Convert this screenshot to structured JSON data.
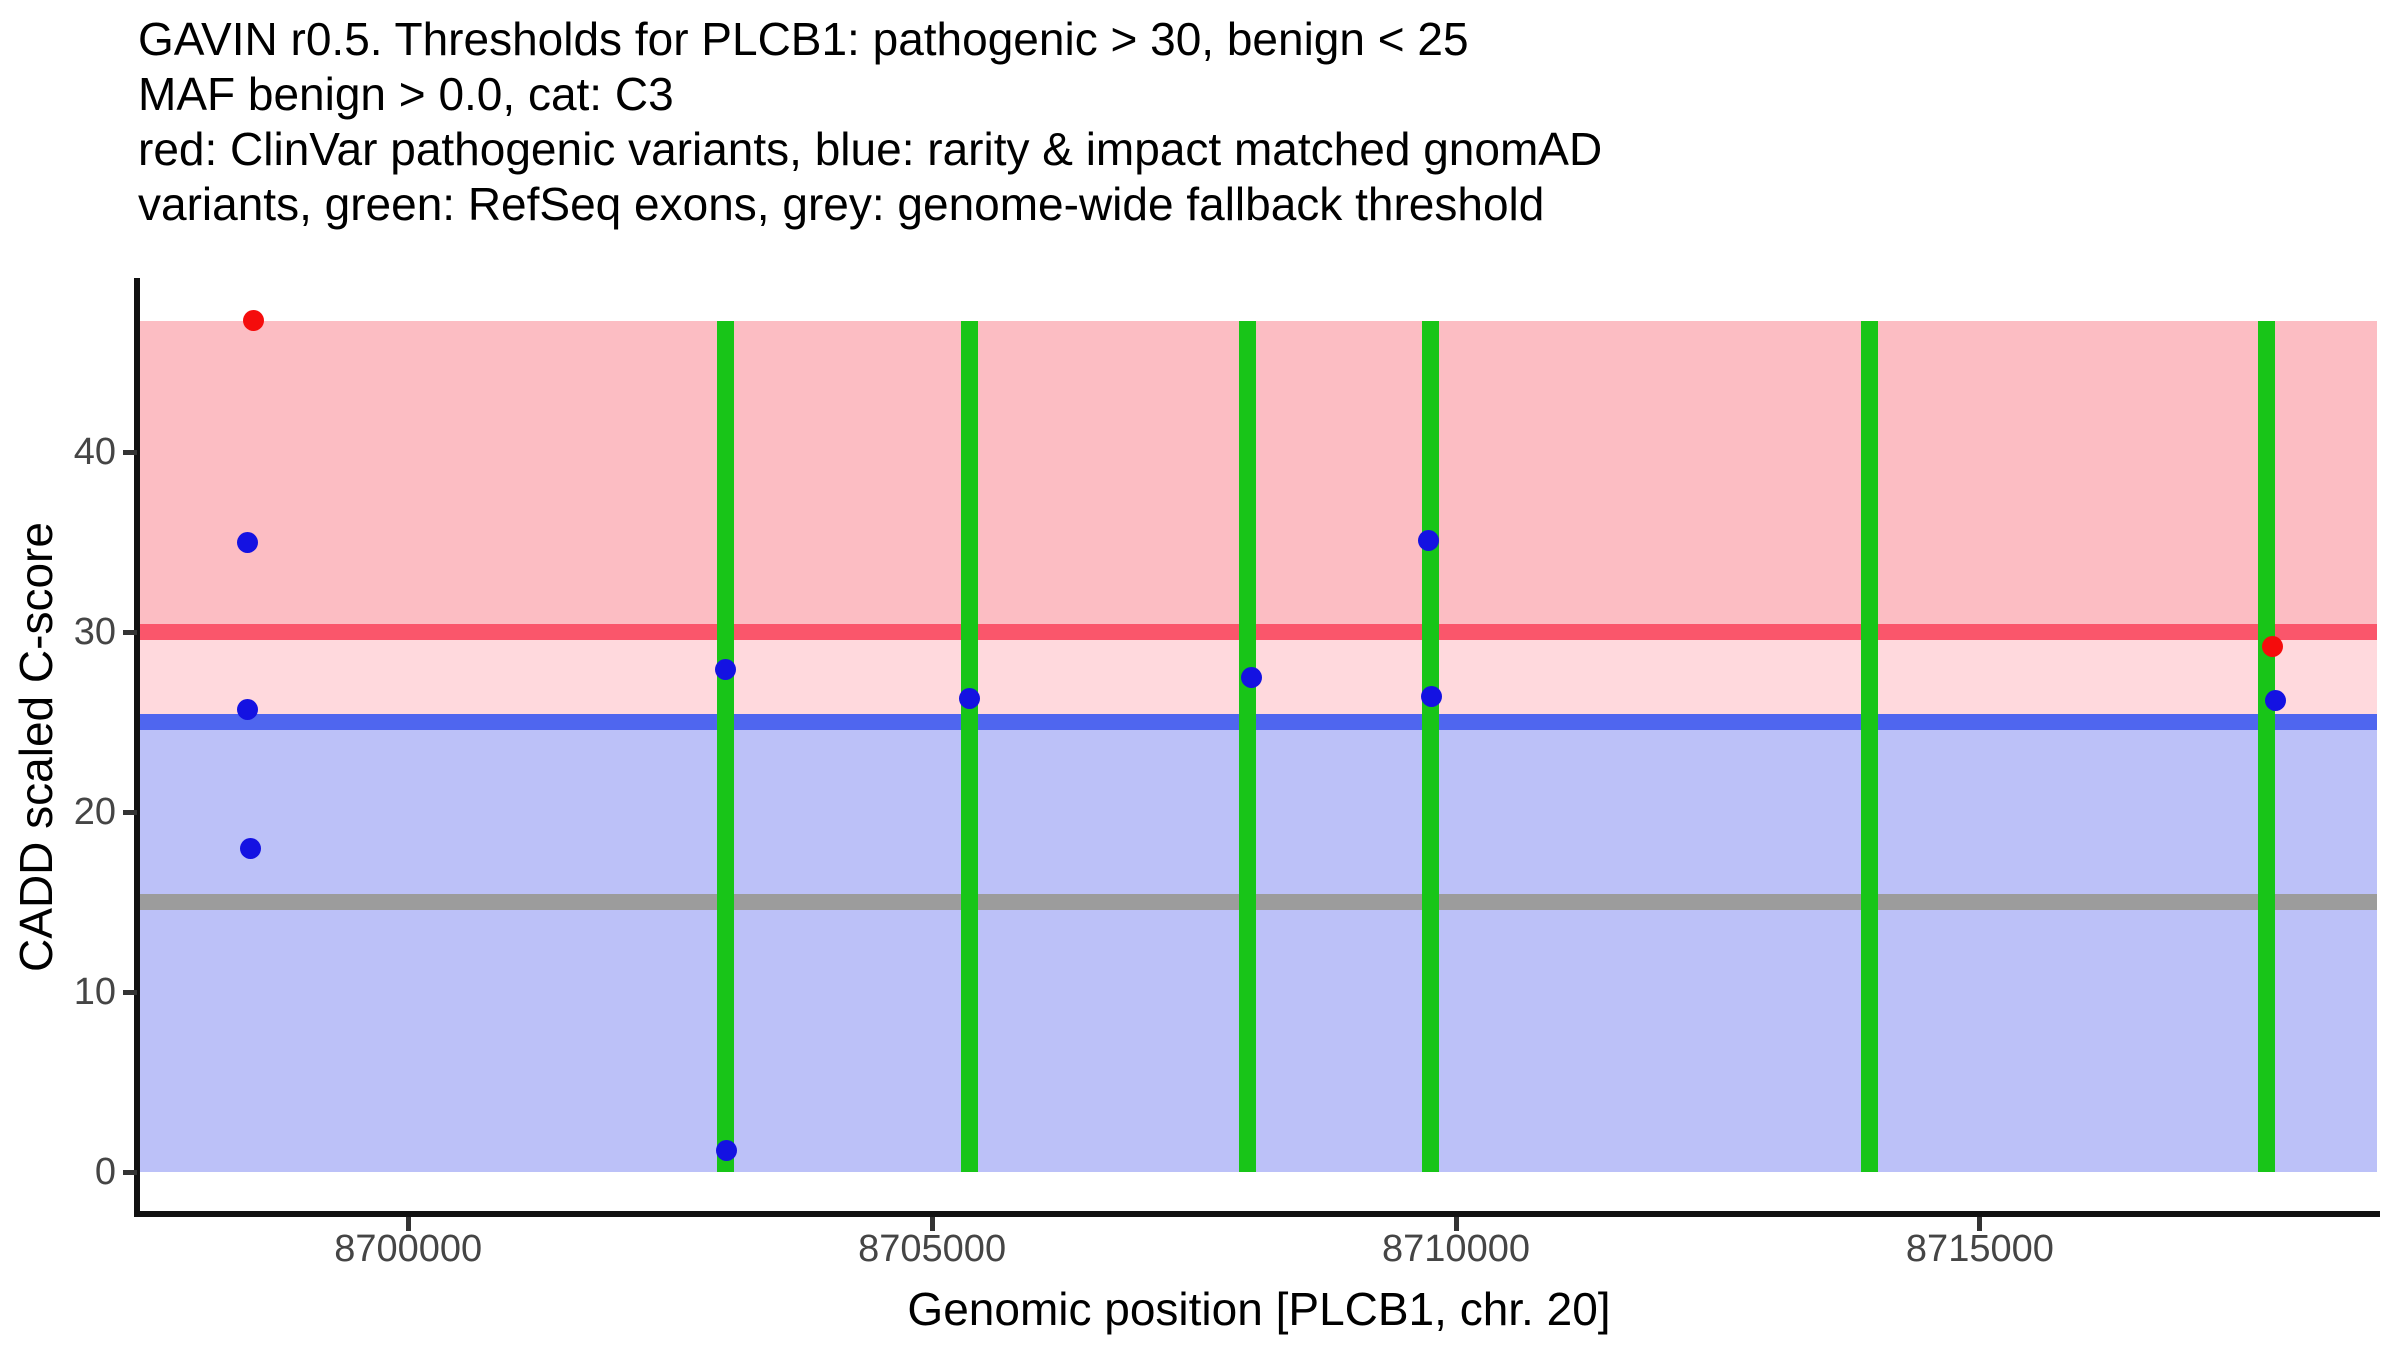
{
  "figure": {
    "title_lines": [
      "GAVIN r0.5. Thresholds for PLCB1: pathogenic > 30, benign < 25",
      "MAF benign > 0.0, cat: C3",
      "red: ClinVar pathogenic variants, blue: rarity & impact matched gnomAD",
      "variants, green: RefSeq exons, grey: genome-wide fallback threshold"
    ],
    "x_axis_label": "Genomic position [PLCB1, chr. 20]",
    "y_axis_label": "CADD scaled C-score"
  },
  "chart_data": {
    "type": "scatter",
    "title": "GAVIN r0.5. Thresholds for PLCB1: pathogenic > 30, benign < 25 MAF benign > 0.0, cat: C3",
    "subtitle": "red: ClinVar pathogenic variants, blue: rarity & impact matched gnomAD variants, green: RefSeq exons, grey: genome-wide fallback threshold",
    "xlabel": "Genomic position [PLCB1, chr. 20]",
    "ylabel": "CADD scaled C-score",
    "xlim": [
      8697440,
      8718790
    ],
    "ylim": [
      0,
      47.3
    ],
    "x_ticks": [
      8700000,
      8705000,
      8710000,
      8715000
    ],
    "y_ticks": [
      0,
      10,
      20,
      30,
      40
    ],
    "grid": false,
    "legend_position": "none",
    "thresholds": [
      {
        "name": "pathogenic",
        "value": 30,
        "color": "#fa566b"
      },
      {
        "name": "benign",
        "value": 25,
        "color": "#4f66ef"
      },
      {
        "name": "genome-wide fallback",
        "value": 15,
        "color": "#9c9c9c"
      }
    ],
    "regions": [
      {
        "name": "pathogenic-zone",
        "from": 30,
        "to": 47.3,
        "color": "#fcbdc3"
      },
      {
        "name": "intermediate-zone",
        "from": 25,
        "to": 30,
        "color": "#ffd9dd"
      },
      {
        "name": "benign-zone",
        "from": 0,
        "to": 25,
        "color": "#bcc1f8"
      }
    ],
    "exons": {
      "name": "RefSeq exons",
      "color": "#18c518",
      "positions": [
        8703030,
        8705360,
        8708010,
        8709760,
        8713950,
        8717740
      ]
    },
    "series": [
      {
        "name": "ClinVar pathogenic variants",
        "color": "#f50c0c",
        "points": [
          {
            "x": 8698520,
            "y": 47.3
          },
          {
            "x": 8717790,
            "y": 29.2
          }
        ]
      },
      {
        "name": "rarity & impact matched gnomAD variants",
        "color": "#1412e2",
        "points": [
          {
            "x": 8698470,
            "y": 35.0
          },
          {
            "x": 8698470,
            "y": 25.7
          },
          {
            "x": 8698490,
            "y": 18.0
          },
          {
            "x": 8703030,
            "y": 27.9
          },
          {
            "x": 8703040,
            "y": 1.2
          },
          {
            "x": 8705360,
            "y": 26.3
          },
          {
            "x": 8708050,
            "y": 27.5
          },
          {
            "x": 8709740,
            "y": 35.1
          },
          {
            "x": 8709770,
            "y": 26.4
          },
          {
            "x": 8717820,
            "y": 26.2
          }
        ]
      }
    ],
    "axis_colors": {
      "line": "#111111",
      "tick_label": "#454545",
      "title": "#000000"
    }
  }
}
